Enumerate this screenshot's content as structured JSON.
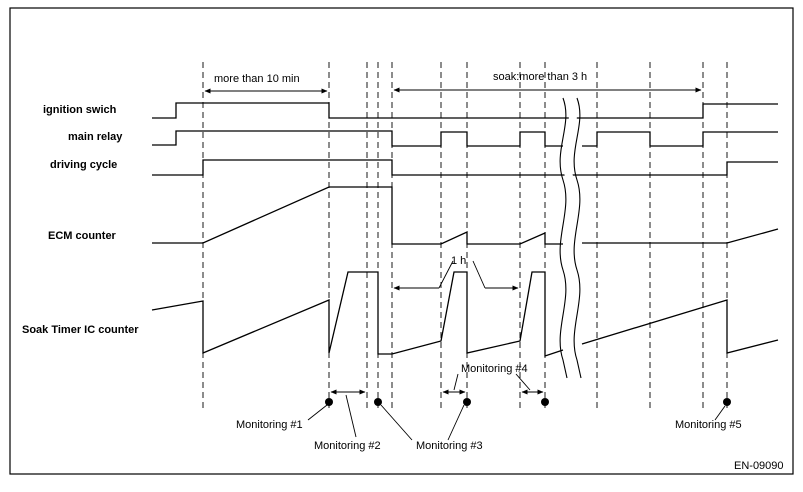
{
  "signals": {
    "ignition": "ignition swich",
    "main_relay": "main relay",
    "driving_cycle": "driving cycle",
    "ecm_counter": "ECM counter",
    "soak_timer": "Soak Timer IC counter"
  },
  "annotations": {
    "more_than_10min": "more than 10 min",
    "soak_more_than_3h": "soak:more than 3 h",
    "one_hour": "1 h"
  },
  "monitoring": {
    "m1": "Monitoring #1",
    "m2": "Monitoring #2",
    "m3": "Monitoring #3",
    "m4": "Monitoring #4",
    "m5": "Monitoring #5"
  },
  "figure_code": "EN-09090"
}
